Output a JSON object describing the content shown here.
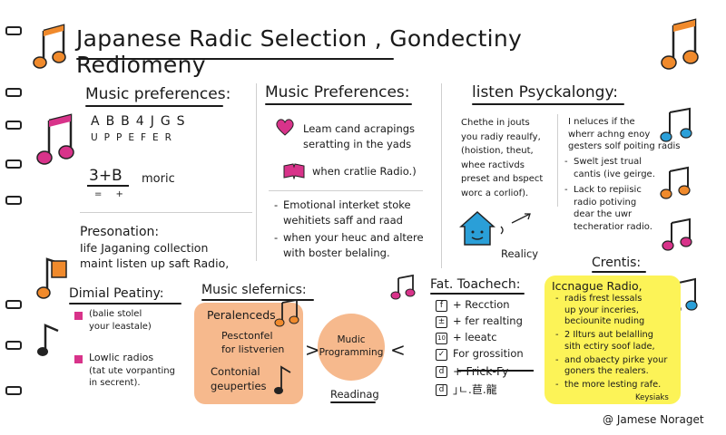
{
  "title": "Japanese Radic Selection , Gondectiny Rediomeny",
  "music_prefs_left": {
    "heading": "Music preferences:",
    "letters_row1": "ABB4JGS",
    "letters_row2": "UPPEFER",
    "equation": "3+B",
    "equation_word": "moric",
    "equation_sub": "= +"
  },
  "presonation": {
    "heading": "Presonation:",
    "line1": "Iife Jaganing collection",
    "line2": "maint listen up saft Radio,"
  },
  "dimial": {
    "heading": "Dimial Peatiny:",
    "item1_line1": "(balie stolel",
    "item1_line2": "your leastale)",
    "item2_line1": "Lowlic radios",
    "item2_line2": "(tat ute vorpanting",
    "item2_line3": "in secrent)."
  },
  "music_prefs_mid": {
    "heading": "Music Preferences:",
    "row1_line1": "Leam cand acrapings",
    "row1_line2": "seratting in the yads",
    "row2": "when cratlie Radio.)",
    "bullet1_line1": "Emotional interket stoke",
    "bullet1_line2": "wehitiets saff and raad",
    "bullet2_line1": "when your heuc and altere",
    "bullet2_line2": "with boster belaling."
  },
  "listen": {
    "heading": "listen Psyckalongy:",
    "left_line1": "Chethe in jouts",
    "left_line2": "you radiy reaulfy,",
    "left_line3": "(hoistion, theut,",
    "left_line4": "whee ractivds",
    "left_line5": "preset and bspect",
    "left_line6": "worc a corliof).",
    "right_line1": "I neluces if the",
    "right_line2": "wherr achng enoy",
    "right_line3": "gesters solf poiting radis",
    "right_b1_line1": "Swelt jest trual",
    "right_b1_line2": "cantis (ive geirge.",
    "right_b2_line1": "Lack to repiisic",
    "right_b2_line2": "radio potiving",
    "right_b2_line3": "dear the uwr",
    "right_b2_line4": "techeratior radio.",
    "house_label": "Realicy"
  },
  "slefernics": {
    "heading": "Music slefernics:",
    "item1": "Peralenceds",
    "item2_line1": "Pesctonfel",
    "item2_line2": "for listverien",
    "item3_line1": "Contonial",
    "item3_line2": "geuperties",
    "circle_line1": "Mudic",
    "circle_line2": "Programming",
    "circle_caption": "Readinag",
    "arrow_left": ">",
    "arrow_right": "<"
  },
  "toachech": {
    "heading": "Fat. Toachech:",
    "row1": "+ Recction",
    "row2": "+ fer realting",
    "row3": "+ leeatc",
    "row4": "For grossition",
    "row5": "+ Frick-Fy",
    "row6": "｣ㄴ.苣.龍",
    "icon1": "f",
    "icon2": "±",
    "icon3": "10",
    "icon4": "✓",
    "icon5": "d",
    "icon6": "d"
  },
  "crentis": {
    "heading": "Crentis:",
    "box_title": "Iccnague Radio,",
    "b1_line1": "radis frest lessals",
    "b1_line2": "up your inceries,",
    "b1_line3": "beciounite nuding",
    "b2_line1": "2 Ilturs aut belalling",
    "b2_line2": "sith ectiry soof lade,",
    "b3_line1": "and obaecty pirke your",
    "b3_line2": "goners the realers.",
    "b4": "the more lesting rafe.",
    "signature": "Keysiaks"
  },
  "credit": "@ Jamese Noraget",
  "colors": {
    "orange": "#f08a2c",
    "pink": "#d8338a",
    "blue": "#2a9fd8",
    "peach": "#f6b98d",
    "yellow": "#fcf357"
  }
}
